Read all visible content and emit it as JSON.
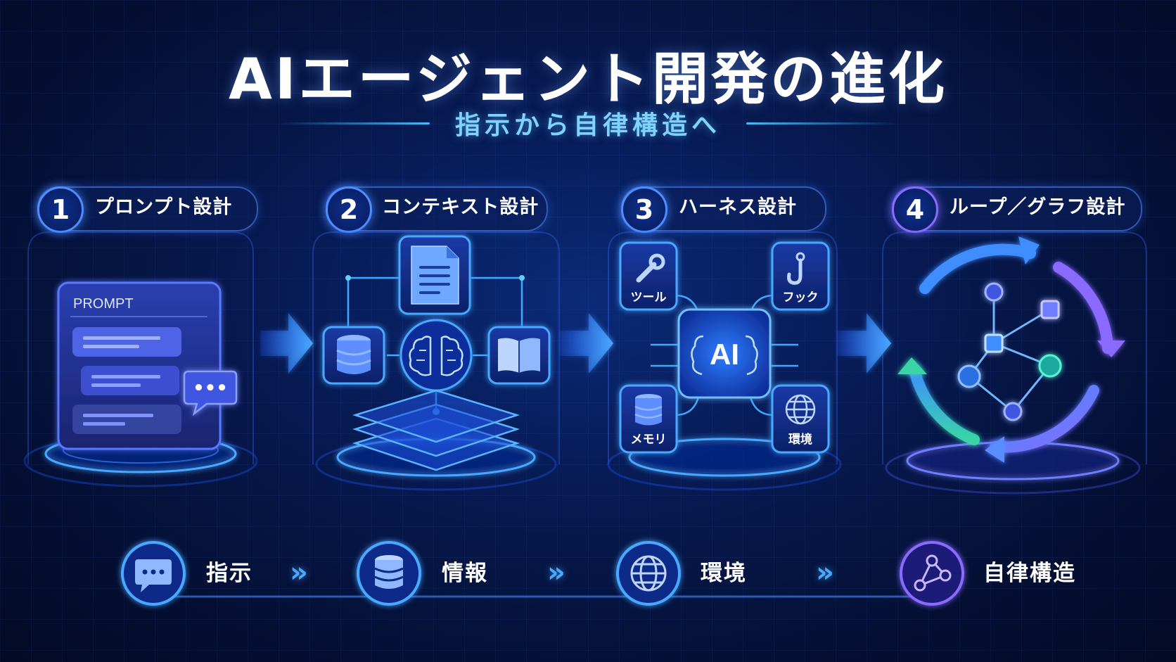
{
  "title": "AIエージェント開発の進化",
  "subtitle": "指示から自律構造へ",
  "steps": [
    {
      "num": "1",
      "label": "プロンプト設計"
    },
    {
      "num": "2",
      "label": "コンテキスト設計"
    },
    {
      "num": "3",
      "label": "ハーネス設計"
    },
    {
      "num": "4",
      "label": "ループ／グラフ設計"
    }
  ],
  "prompt_card": {
    "label": "PROMPT",
    "chat_dots": "•••"
  },
  "harness": {
    "core": "AI",
    "tools": "ツール",
    "hooks": "フック",
    "memory": "メモリ",
    "environment": "環境"
  },
  "bottom_flow": {
    "items": [
      {
        "label": "指示",
        "icon": "chat-bubble-icon"
      },
      {
        "label": "情報",
        "icon": "database-icon"
      },
      {
        "label": "環境",
        "icon": "globe-icon"
      },
      {
        "label": "自律構造",
        "icon": "graph-icon"
      }
    ],
    "separator": "»"
  },
  "colors": {
    "accent_blue": "#4d8dff",
    "accent_cyan": "#3fbfff",
    "accent_violet": "#8a6bff",
    "accent_green": "#38d6a6"
  }
}
